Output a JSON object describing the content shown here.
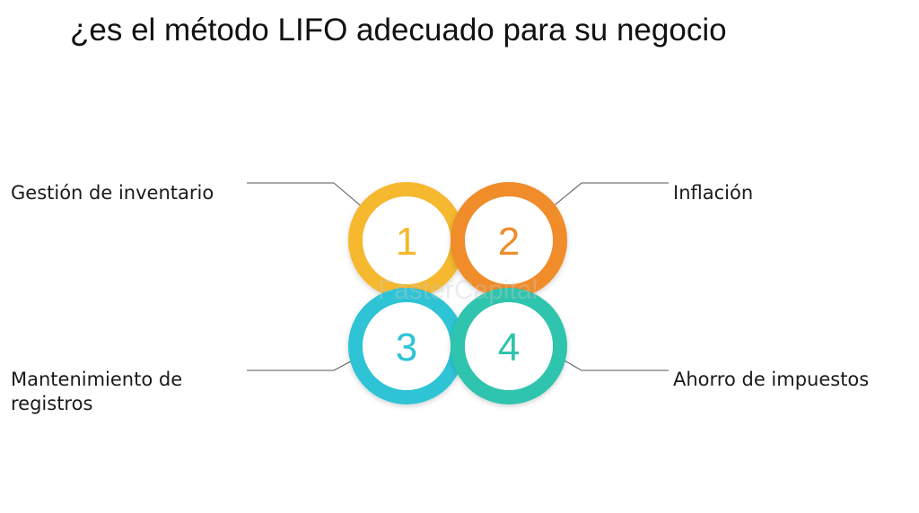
{
  "title": "¿es el método LIFO adecuado para su negocio",
  "watermark": "FasterCapital",
  "items": [
    {
      "number": "1",
      "label": "Gestión de inventario",
      "color": "#f5b82e"
    },
    {
      "number": "2",
      "label": "Inflación",
      "color": "#f08c2c"
    },
    {
      "number": "3",
      "label": "Mantenimiento de registros",
      "color": "#2ec4d6"
    },
    {
      "number": "4",
      "label": "Ahorro de impuestos",
      "color": "#2ec4ad"
    }
  ]
}
